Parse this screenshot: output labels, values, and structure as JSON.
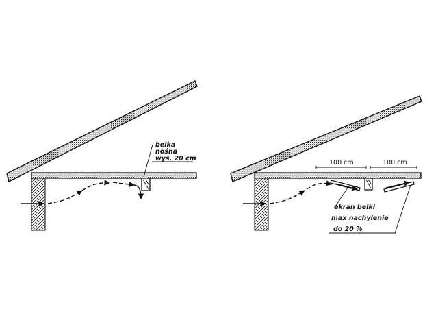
{
  "left": {
    "label_line1": "belka",
    "label_line2": "nośna",
    "label_line3": "wys. 20 cm"
  },
  "right": {
    "dim_left": "100 cm",
    "dim_right": "100 cm",
    "label_line1": "ekran belki",
    "label_line2": "max nachylenie",
    "label_line3": "do 20 %"
  },
  "colors": {
    "ink": "#111111",
    "background": "#ffffff"
  }
}
